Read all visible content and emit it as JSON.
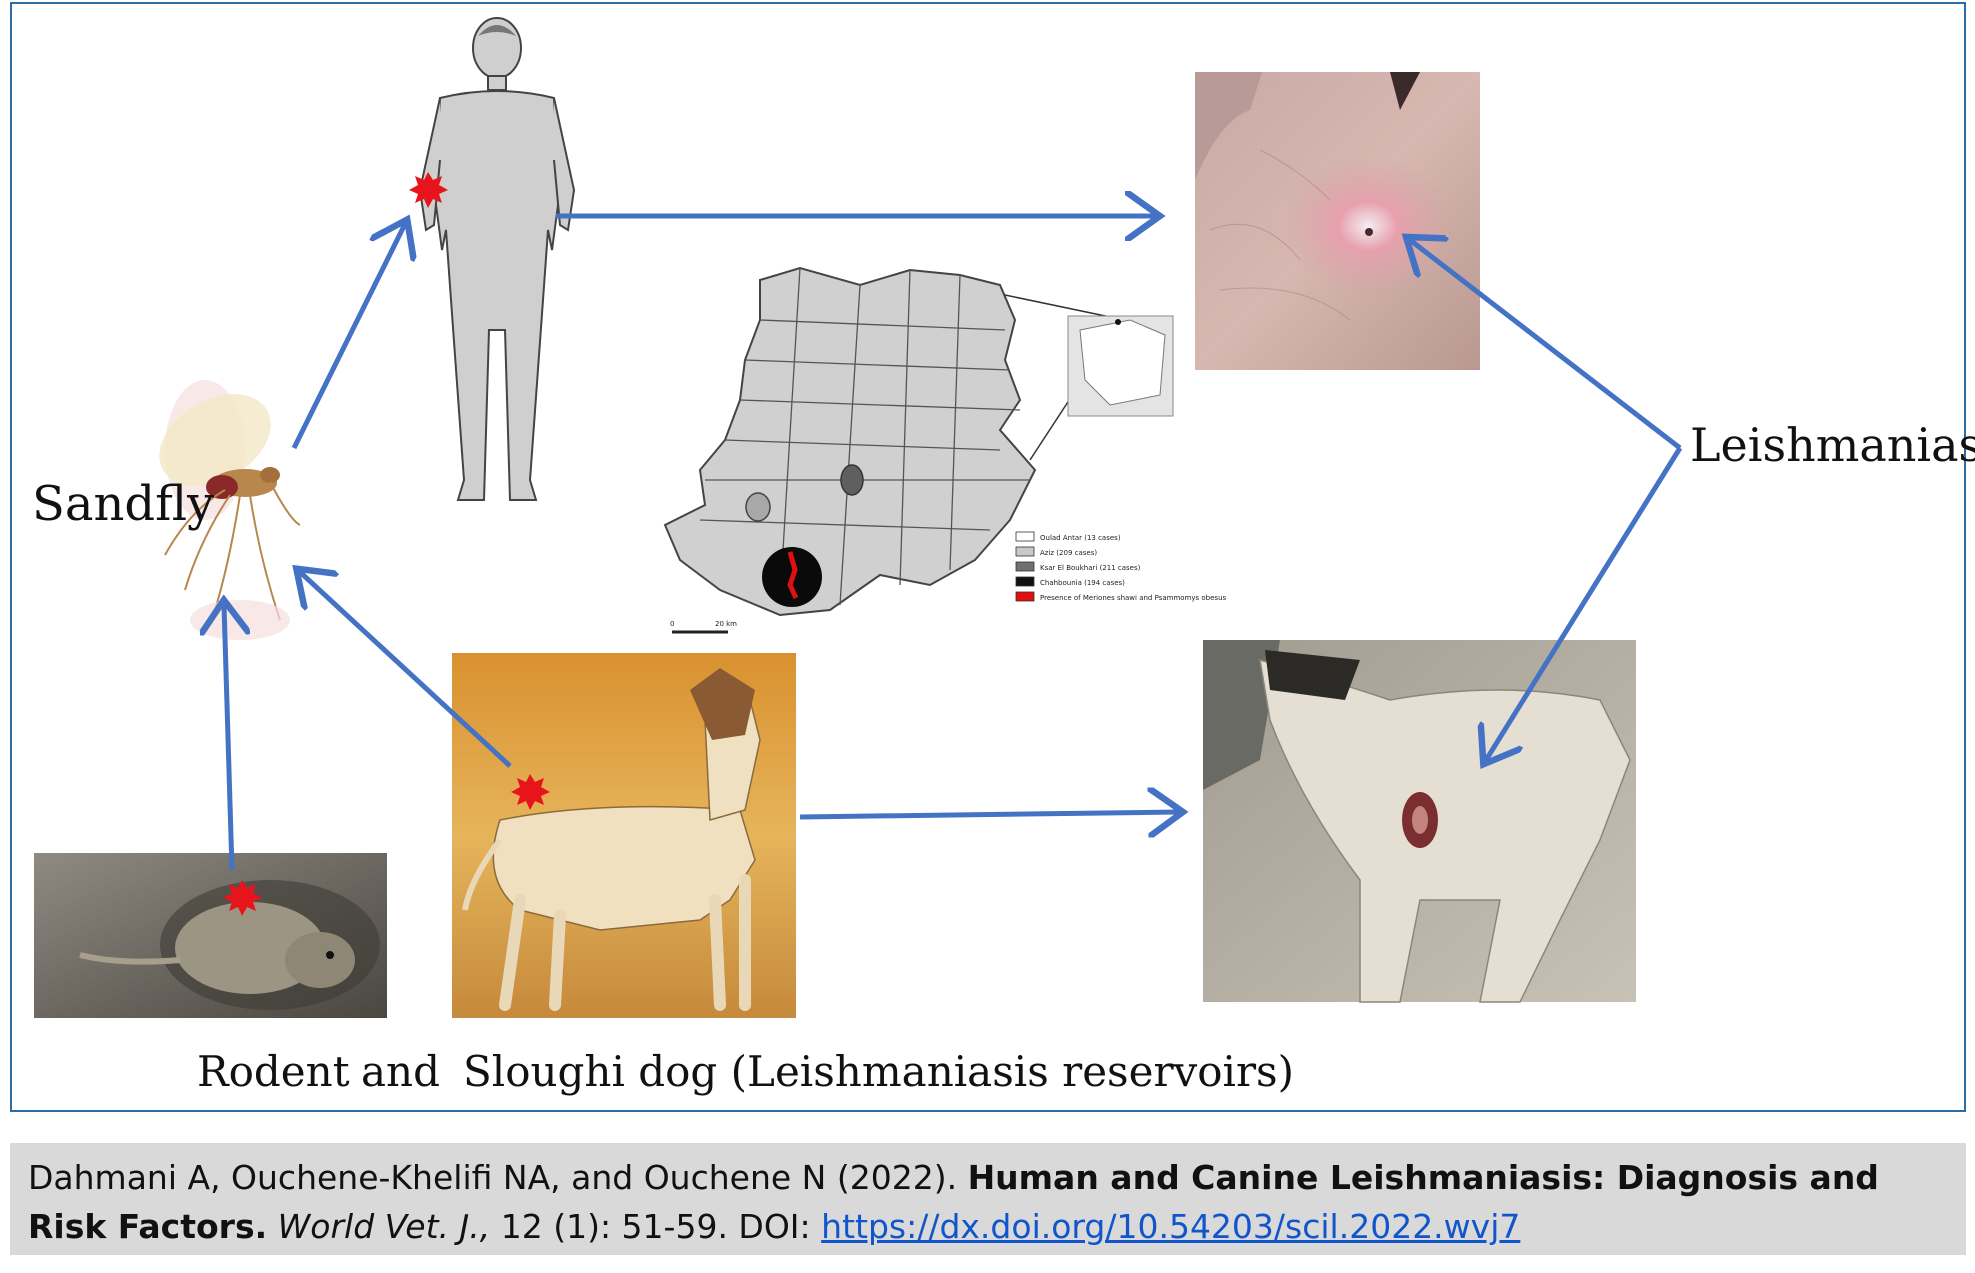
{
  "labels": {
    "sandfly": "Sandfly",
    "leishmaniasis": "Leishmaniasis",
    "rodent": "Rodent",
    "and": "and",
    "dog_reservoirs": "Sloughi dog (Leishmaniasis reservoirs)"
  },
  "map_legend": [
    {
      "label": "Oulad Antar (13 cases)",
      "color": "#ffffff"
    },
    {
      "label": "Aziz (209 cases)",
      "color": "#c8c8c8"
    },
    {
      "label": "Ksar El Boukhari (211 cases)",
      "color": "#707070"
    },
    {
      "label": "Chahbounia (194 cases)",
      "color": "#111111"
    },
    {
      "label": "Presence of Meriones shawi and Psammomys obesus",
      "color": "#e01010"
    }
  ],
  "map_scale": {
    "start": "0",
    "end": "20 km"
  },
  "citation": {
    "authors": "Dahmani A, Ouchene-Khelifi NA, and Ouchene N (2022).",
    "title": "Human and Canine Leishmaniasis: Diagnosis and Risk Factors.",
    "journal": "World Vet. J.,",
    "volume": "12 (1): 51-59. DOI:",
    "doi": "https://dx.doi.org/10.54203/scil.2022.wvj7"
  },
  "colors": {
    "arrow": "#4472c4",
    "infection_mark": "#e8141c",
    "frame": "#2e6da4",
    "citation_bg": "#d9d9d9"
  }
}
